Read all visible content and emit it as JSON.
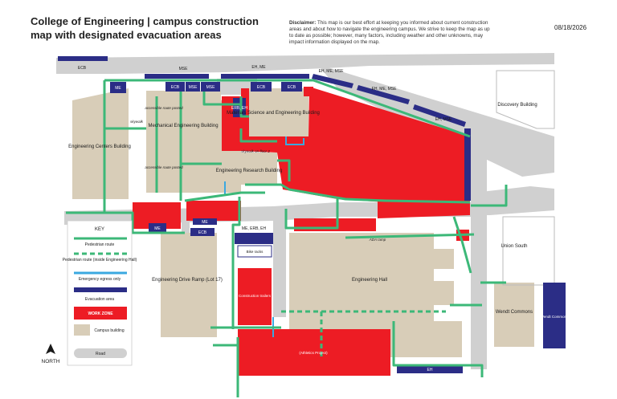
{
  "header": {
    "title": "College of Engineering | campus construction map with designated evacuation areas",
    "disclaimer_label": "Disclaimer:",
    "disclaimer_text": "This map is our best effort at keeping you informed about current construction areas and about how to navigate the engineering campus. We strive to keep the map as up to date as possible; however, many factors, including weather and other unknowns, may impact information displayed on the map.",
    "date": "08/18/2026"
  },
  "key": {
    "title": "KEY",
    "pedestrian_route": "Pedestrian route",
    "pedestrian_route_inside": "Pedestrian route (inside Engineering Hall)",
    "emergency_egress": "Emergency egress only",
    "evacuation_area": "Evacuation area",
    "work_zone": "WORK ZONE",
    "campus_building": "Campus building",
    "road": "Road"
  },
  "compass": {
    "label": "NORTH"
  },
  "buildings": {
    "engineering_centers": "Engineering Centers Building",
    "mechanical_engineering": "Mechanical Engineering Building",
    "materials_science": "Materials Science and Engineering Building",
    "engineering_research": "Engineering Research Building",
    "engineering_drive_ramp": "Engineering Drive Ramp (Lot 17)",
    "engineering_hall": "Engineering Hall",
    "wendt_commons": "Wendt Commons",
    "discovery": "Discovery Building",
    "union_south": "Union South"
  },
  "evacuation_labels": {
    "ecb_top": "ECB",
    "mse_top": "MSE",
    "eh_me_top": "EH, ME",
    "eh_me_mse": "EH, ME, MSE",
    "eh_me_mse_2": "EH, ME, MSE",
    "eh_mse": "EH, MSE",
    "me_left": "ME",
    "ecb_row": "ECB",
    "mse_row": "MSE",
    "mse_row_2": "MSE",
    "ecb_mse": "ECB",
    "ecb_mse_2": "ECB",
    "erb_eh": "ERB, EH",
    "me_mid": "ME",
    "me_low": "ME",
    "ecb_low": "ECB",
    "me_erb_eh": "ME, ERB, EH",
    "eh_bottom": "EH",
    "wendt_commons": "Wendt Commons"
  },
  "annotations": {
    "skywalk": "skywalk",
    "accessible_route_1": "accessible route posted",
    "accessible_route_2": "accessible route posted",
    "skywalk_floor2": "skywalk on floor 2",
    "ada_ramp": "ADA ramp",
    "bike_racks": "Bike racks",
    "construction_trailers": "Construction trailers",
    "athletics_project": "(Athletics Project)"
  },
  "colors": {
    "pedestrian": "#3cb878",
    "emergency": "#3ba8e0",
    "evacuation": "#2b2d86",
    "work_zone": "#ed1c24",
    "building": "#d8cdb8",
    "road": "#d0d0d0"
  }
}
